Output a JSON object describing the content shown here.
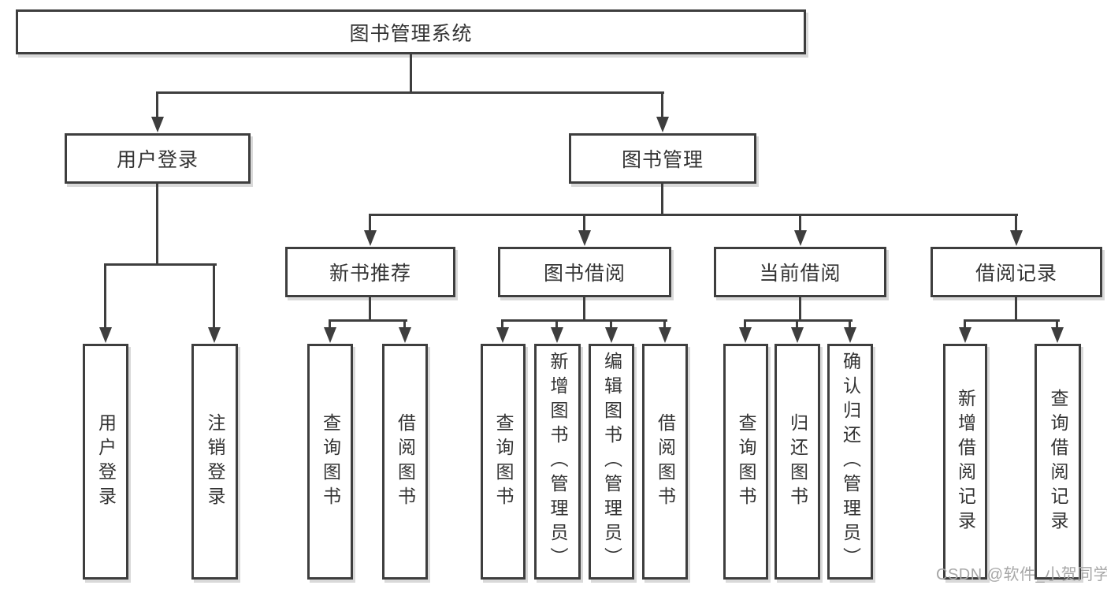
{
  "diagram_title": "图书管理系统",
  "watermark": "CSDN @软件_小贺同学",
  "colors": {
    "line": "#3e3e3e",
    "text": "#333333",
    "watermark": "#a6a6a6",
    "background": "#ffffff"
  },
  "tree": {
    "root": {
      "label": "图书管理系统",
      "children": [
        {
          "label": "用户登录",
          "children": [
            {
              "label": "用户登录"
            },
            {
              "label": "注销登录"
            }
          ]
        },
        {
          "label": "图书管理",
          "children": [
            {
              "label": "新书推荐",
              "children": [
                {
                  "label": "查询图书"
                },
                {
                  "label": "借阅图书"
                }
              ]
            },
            {
              "label": "图书借阅",
              "children": [
                {
                  "label": "查询图书"
                },
                {
                  "label": "新增图书（管理员）"
                },
                {
                  "label": "编辑图书（管理员）"
                },
                {
                  "label": "借阅图书"
                }
              ]
            },
            {
              "label": "当前借阅",
              "children": [
                {
                  "label": "查询图书"
                },
                {
                  "label": "归还图书"
                },
                {
                  "label": "确认归还（管理员）"
                }
              ]
            },
            {
              "label": "借阅记录",
              "children": [
                {
                  "label": "新增借阅记录"
                },
                {
                  "label": "查询借阅记录"
                }
              ]
            }
          ]
        }
      ]
    }
  }
}
